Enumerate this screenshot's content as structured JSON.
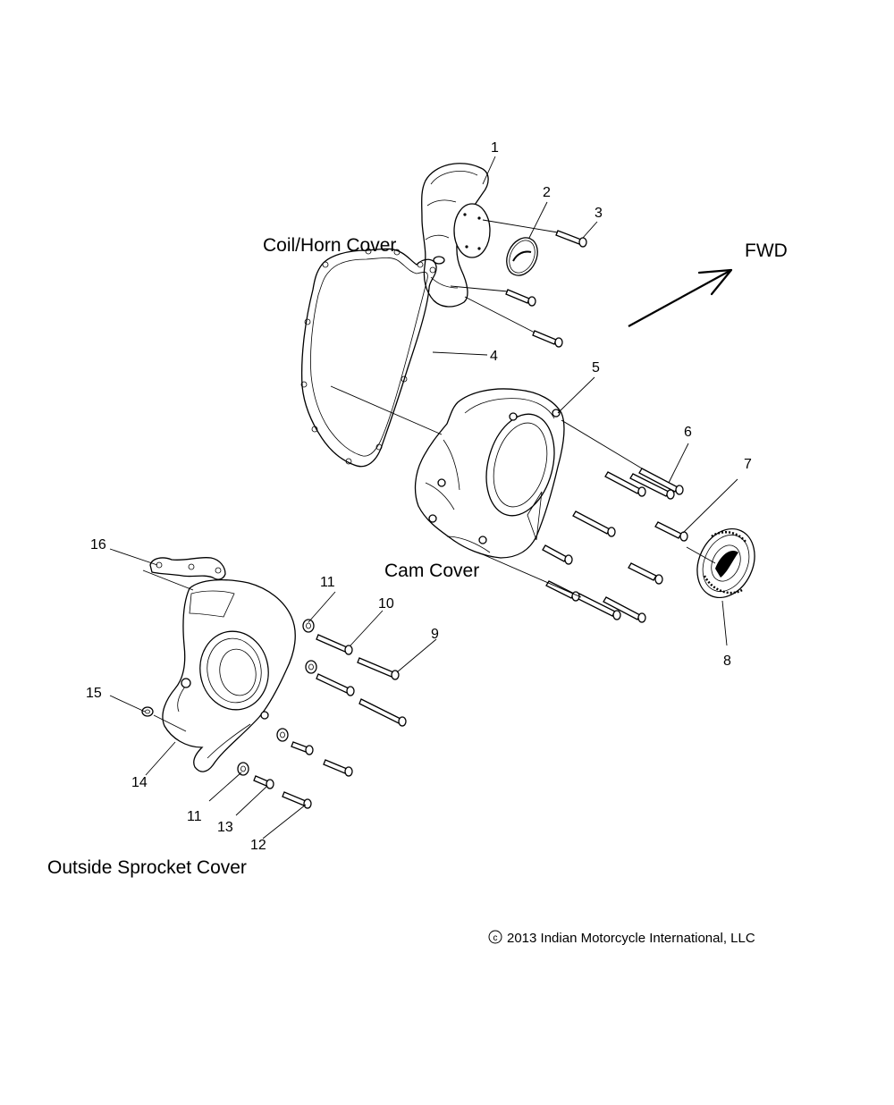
{
  "labels": {
    "coil_horn_cover": "Coil/Horn Cover",
    "cam_cover": "Cam Cover",
    "outside_sprocket_cover": "Outside Sprocket Cover",
    "fwd": "FWD",
    "copyright": "2013 Indian Motorcycle International, LLC",
    "copyright_symbol": "c"
  },
  "callouts": {
    "c1": "1",
    "c2": "2",
    "c3": "3",
    "c4": "4",
    "c5": "5",
    "c6": "6",
    "c7": "7",
    "c8": "8",
    "c9": "9",
    "c10": "10",
    "c11a": "11",
    "c11b": "11",
    "c12": "12",
    "c13": "13",
    "c14": "14",
    "c15": "15",
    "c16": "16"
  }
}
